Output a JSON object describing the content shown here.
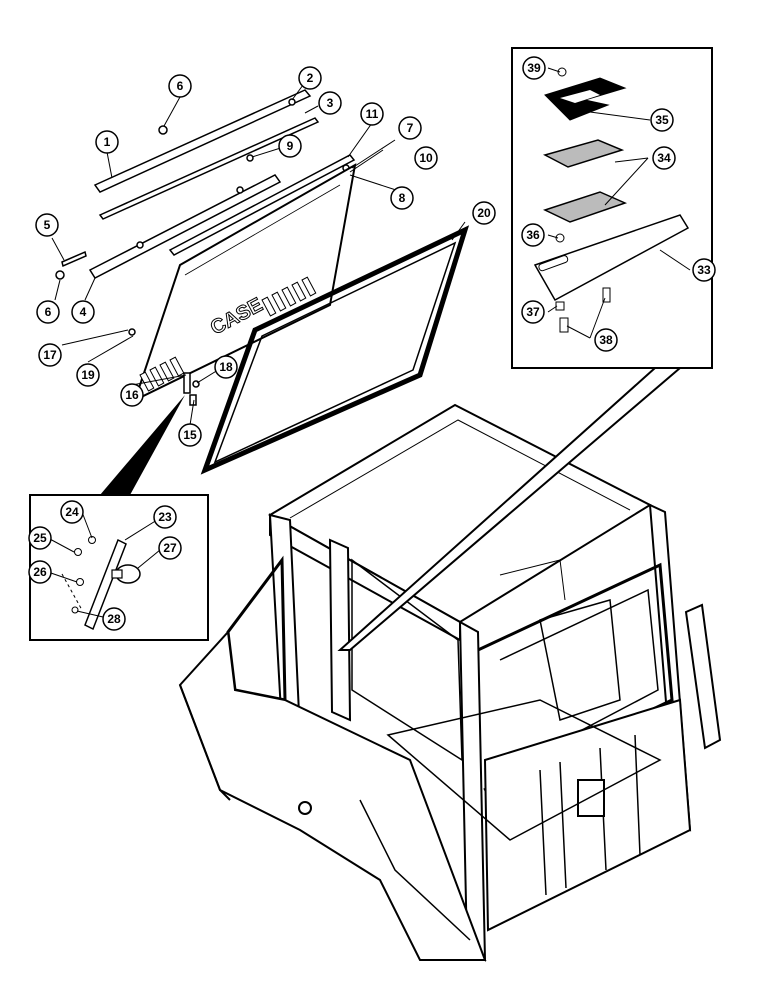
{
  "callouts": [
    "1",
    "2",
    "3",
    "4",
    "5",
    "6",
    "7",
    "8",
    "9",
    "10",
    "11",
    "15",
    "16",
    "17",
    "18",
    "19",
    "20",
    "23",
    "24",
    "25",
    "26",
    "27",
    "28",
    "33",
    "34",
    "35",
    "36",
    "37",
    "38",
    "39"
  ],
  "brand_logo_text": "CASE"
}
